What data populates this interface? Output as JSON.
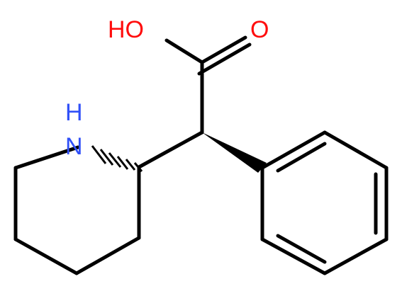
{
  "molecule": {
    "atoms": {
      "hydroxyl": {
        "label": "HO",
        "color": "#ff0d0d"
      },
      "carbonyl_oxygen": {
        "label": "O",
        "color": "#ff0d0d"
      },
      "nitrogen": {
        "label": "N",
        "color": "#3050f8"
      },
      "nh_hydrogen": {
        "label": "H",
        "color": "#3050f8"
      }
    },
    "bond_color": "#000000"
  }
}
